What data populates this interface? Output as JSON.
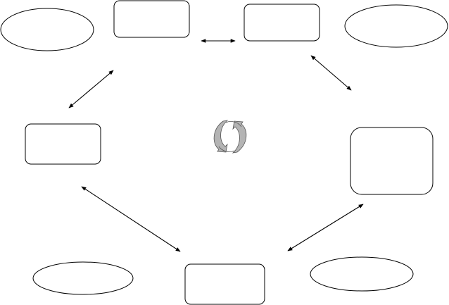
{
  "diagram": {
    "background_color": "#ffffff",
    "stroke_color": "#000000",
    "fill_color": "#ffffff",
    "cycle_icon": {
      "name": "cycle-arrows-icon",
      "arrow_color": "#b4b4b4",
      "outline_color": "#555555"
    },
    "nodes": [
      {
        "id": "ellipse-top-left",
        "shape": "ellipse",
        "label": ""
      },
      {
        "id": "box-top-left",
        "shape": "rounded-rect",
        "label": ""
      },
      {
        "id": "box-top-right",
        "shape": "rounded-rect",
        "label": ""
      },
      {
        "id": "ellipse-top-right",
        "shape": "ellipse",
        "label": ""
      },
      {
        "id": "box-middle-left",
        "shape": "rounded-rect",
        "label": ""
      },
      {
        "id": "box-middle-right",
        "shape": "rounded-rect",
        "label": ""
      },
      {
        "id": "ellipse-bottom-left",
        "shape": "ellipse",
        "label": ""
      },
      {
        "id": "box-bottom-center",
        "shape": "rounded-rect",
        "label": ""
      },
      {
        "id": "ellipse-bottom-right",
        "shape": "ellipse",
        "label": ""
      }
    ],
    "connectors": [
      {
        "id": "connector-top",
        "from": "box-top-left",
        "to": "box-top-right",
        "arrowheads": "both"
      },
      {
        "id": "connector-upper-left",
        "from": "box-top-left",
        "to": "box-middle-left",
        "arrowheads": "both"
      },
      {
        "id": "connector-upper-right",
        "from": "box-top-right",
        "to": "box-middle-right",
        "arrowheads": "both"
      },
      {
        "id": "connector-lower-left",
        "from": "box-middle-left",
        "to": "box-bottom-center",
        "arrowheads": "both"
      },
      {
        "id": "connector-lower-right",
        "from": "box-middle-right",
        "to": "box-bottom-center",
        "arrowheads": "both"
      }
    ]
  }
}
